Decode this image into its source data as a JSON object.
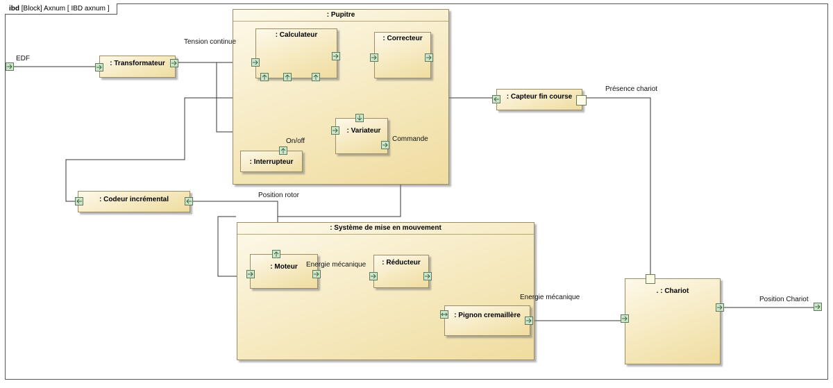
{
  "frame": {
    "kind": "ibd",
    "text": "[Block] Axnum [ IBD axnum ]"
  },
  "blocks": {
    "pupitre": ": Pupitre",
    "calculateur": ": Calculateur",
    "correcteur": ": Correcteur",
    "variateur": ": Variateur",
    "interrupteur": ": Interrupteur",
    "transformateur": ": Transformateur",
    "capteur": ": Capteur fin course",
    "codeur": ": Codeur incrémental",
    "systeme": ": Système de mise en mouvement",
    "moteur": ": Moteur",
    "reducteur": ": Réducteur",
    "pignon": ": Pignon cremaillère",
    "chariot": ". : Chariot"
  },
  "labels": {
    "edf": "EDF",
    "tension": "Tension continue",
    "presence": "Présence chariot",
    "onoff": "On/off",
    "commande": "Commande",
    "position_rotor": "Position rotor",
    "energie1": "Energie mécanique",
    "energie2": "Energie mécanique",
    "position_chariot": "Position Chariot"
  },
  "colors": {
    "block_fill": "#f6e9bf",
    "block_border": "#9a8d66",
    "port_fill": "#cfe4cd",
    "port_border": "#5b7a58",
    "wire": "#333333"
  },
  "ports": [
    {
      "name": "edf-port",
      "dir": "right"
    },
    {
      "name": "transformateur-in-port",
      "dir": "right"
    },
    {
      "name": "transformateur-out-port",
      "dir": "right"
    },
    {
      "name": "calculateur-in-port",
      "dir": "right"
    },
    {
      "name": "calculateur-out-port",
      "dir": "right"
    },
    {
      "name": "calculateur-bottom-port-1",
      "dir": "up"
    },
    {
      "name": "calculateur-bottom-port-2",
      "dir": "up"
    },
    {
      "name": "calculateur-bottom-port-3",
      "dir": "up"
    },
    {
      "name": "correcteur-in-port",
      "dir": "right"
    },
    {
      "name": "correcteur-out-port",
      "dir": "right"
    },
    {
      "name": "variateur-top-port",
      "dir": "down"
    },
    {
      "name": "variateur-in-port",
      "dir": "right"
    },
    {
      "name": "variateur-out-port",
      "dir": "right"
    },
    {
      "name": "interrupteur-port",
      "dir": "up"
    },
    {
      "name": "capteur-out-port",
      "dir": "left"
    },
    {
      "name": "capteur-in-port",
      "dir": "none"
    },
    {
      "name": "codeur-in-port",
      "dir": "left"
    },
    {
      "name": "codeur-out-port",
      "dir": "left"
    },
    {
      "name": "moteur-top-port",
      "dir": "up"
    },
    {
      "name": "moteur-in-port",
      "dir": "right"
    },
    {
      "name": "moteur-out-port",
      "dir": "right"
    },
    {
      "name": "reducteur-in-port",
      "dir": "right"
    },
    {
      "name": "reducteur-out-port",
      "dir": "right"
    },
    {
      "name": "pignon-in-port",
      "dir": "both"
    },
    {
      "name": "pignon-out-port",
      "dir": "right"
    },
    {
      "name": "chariot-top-port",
      "dir": "none"
    },
    {
      "name": "chariot-in-port",
      "dir": "right"
    },
    {
      "name": "chariot-out-port",
      "dir": "right"
    },
    {
      "name": "position-chariot-port",
      "dir": "right"
    }
  ]
}
